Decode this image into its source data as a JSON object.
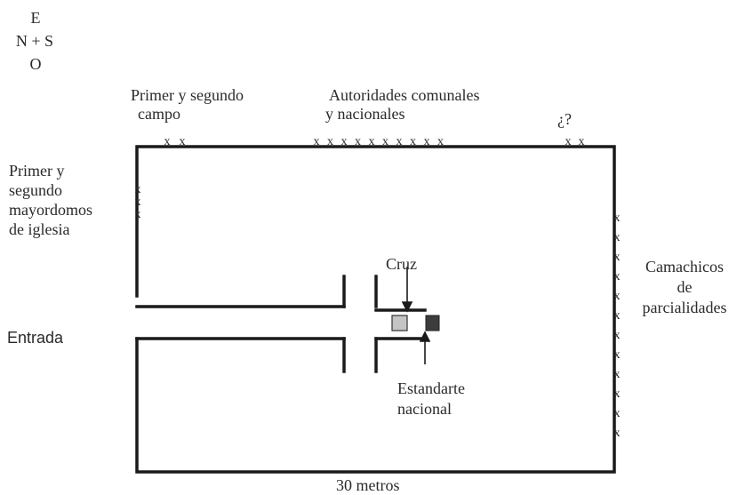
{
  "compass": {
    "top": "E",
    "middle": "N + S",
    "bottom": "O"
  },
  "labels": {
    "top_left_line1": "Primer y segundo",
    "top_left_line2": "campo",
    "top_center_line1": "Autoridades comunales",
    "top_center_line2": "y nacionales",
    "top_right": "¿?",
    "left_line1": "Primer y",
    "left_line2": "segundo",
    "left_line3": "mayordomos",
    "left_line4": "de iglesia",
    "entrance": "Entrada",
    "right_line1": "Camachicos",
    "right_line2": "de",
    "right_line3": "parcialidades",
    "cross": "Cruz",
    "flag_line1": "Estandarte",
    "flag_line2": "nacional",
    "scale": "30 metros"
  },
  "markers": {
    "person_symbol": "x",
    "top_left_group": 2,
    "top_center_group": 10,
    "top_right_group": 2,
    "left_wall_group": 3,
    "right_wall_group": 12
  },
  "colors": {
    "line": "#1a1a1a",
    "text": "#2a2a2a",
    "cross_box": "#c4c4c4",
    "flag_box": "#3c3c3c"
  }
}
